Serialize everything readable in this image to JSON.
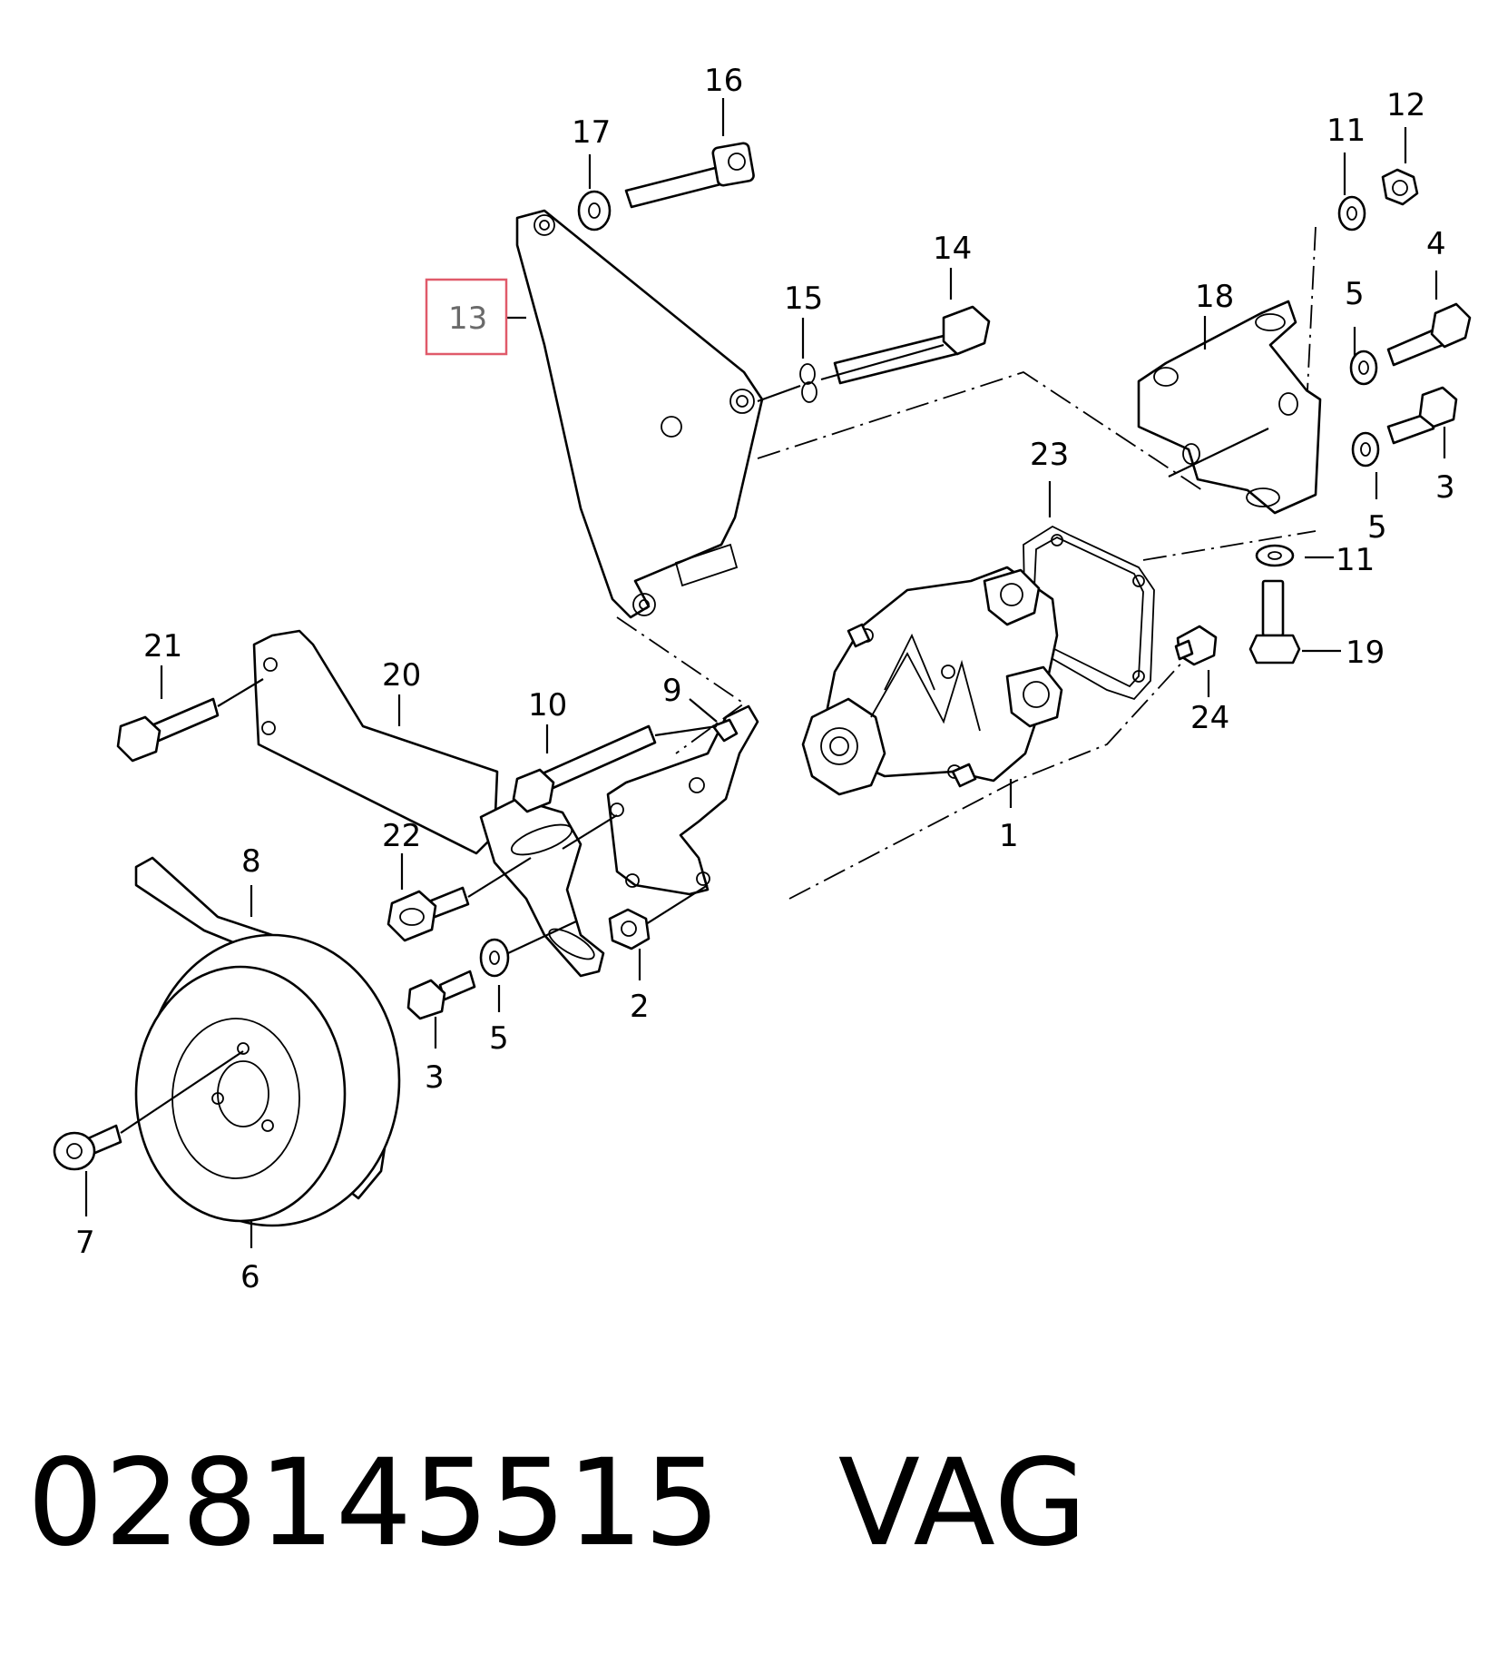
{
  "callouts": [
    {
      "id": "1",
      "label": "1"
    },
    {
      "id": "2",
      "label": "2"
    },
    {
      "id": "3a",
      "label": "3"
    },
    {
      "id": "3b",
      "label": "3"
    },
    {
      "id": "4",
      "label": "4"
    },
    {
      "id": "5a",
      "label": "5"
    },
    {
      "id": "5b",
      "label": "5"
    },
    {
      "id": "5c",
      "label": "5"
    },
    {
      "id": "6",
      "label": "6"
    },
    {
      "id": "7",
      "label": "7"
    },
    {
      "id": "8",
      "label": "8"
    },
    {
      "id": "9",
      "label": "9"
    },
    {
      "id": "10",
      "label": "10"
    },
    {
      "id": "11a",
      "label": "11"
    },
    {
      "id": "11b",
      "label": "11"
    },
    {
      "id": "12",
      "label": "12"
    },
    {
      "id": "13",
      "label": "13",
      "highlighted": true
    },
    {
      "id": "14",
      "label": "14"
    },
    {
      "id": "15",
      "label": "15"
    },
    {
      "id": "16",
      "label": "16"
    },
    {
      "id": "17",
      "label": "17"
    },
    {
      "id": "18",
      "label": "18"
    },
    {
      "id": "19",
      "label": "19"
    },
    {
      "id": "20",
      "label": "20"
    },
    {
      "id": "21",
      "label": "21"
    },
    {
      "id": "22",
      "label": "22"
    },
    {
      "id": "23",
      "label": "23"
    },
    {
      "id": "24",
      "label": "24"
    }
  ],
  "highlight_color": "#e05a6a",
  "caption": {
    "part_number": "028145515",
    "brand": "VAG"
  }
}
